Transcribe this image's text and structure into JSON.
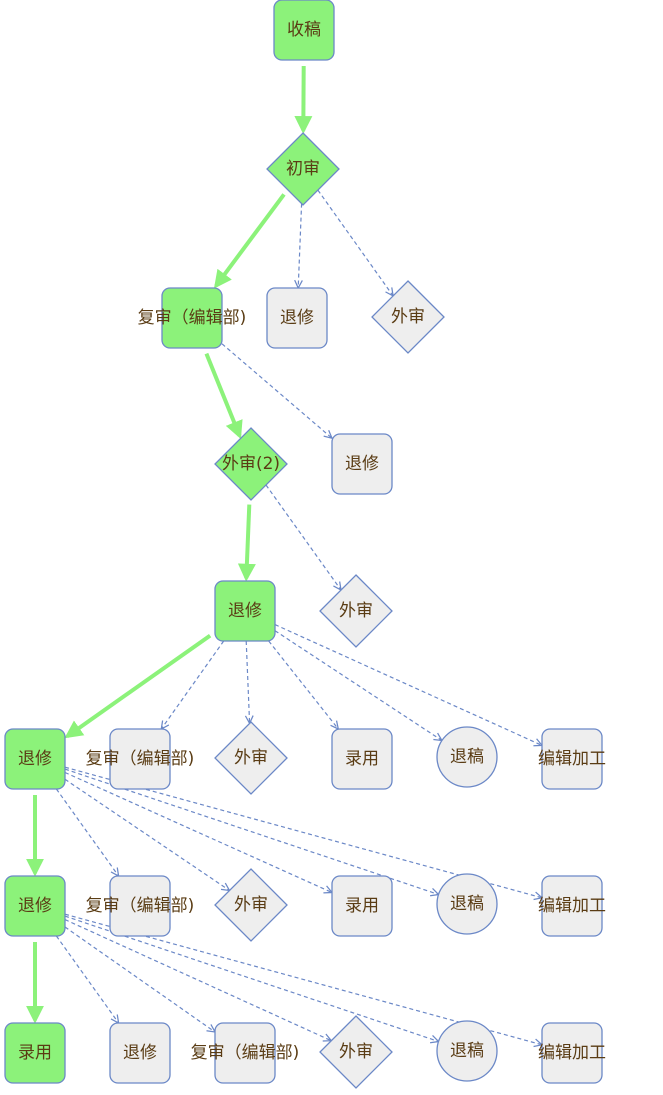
{
  "diagram": {
    "colors": {
      "active_fill": "#8cf27a",
      "active_edge": "#8cf27a",
      "inactive_fill": "#eeeeee",
      "node_stroke": "#6b88c7",
      "dashed_edge": "#6b88c7",
      "label_text": "#5a3c14"
    },
    "nodes": [
      {
        "id": "n1",
        "label": "收稿",
        "shape": "rect",
        "active": true
      },
      {
        "id": "n2",
        "label": "初审",
        "shape": "diamond",
        "active": true
      },
      {
        "id": "n3",
        "label": "复审（编辑部)",
        "shape": "rect",
        "active": true
      },
      {
        "id": "n4",
        "label": "退修",
        "shape": "rect",
        "active": false
      },
      {
        "id": "n5",
        "label": "外审",
        "shape": "diamond",
        "active": false
      },
      {
        "id": "n6",
        "label": "外审(2)",
        "shape": "diamond",
        "active": true
      },
      {
        "id": "n7",
        "label": "退修",
        "shape": "rect",
        "active": false
      },
      {
        "id": "n8",
        "label": "退修",
        "shape": "rect",
        "active": true
      },
      {
        "id": "n9",
        "label": "外审",
        "shape": "diamond",
        "active": false
      },
      {
        "id": "n10",
        "label": "退修",
        "shape": "rect",
        "active": true
      },
      {
        "id": "n11",
        "label": "复审（编辑部)",
        "shape": "rect",
        "active": false
      },
      {
        "id": "n12",
        "label": "外审",
        "shape": "diamond",
        "active": false
      },
      {
        "id": "n13",
        "label": "录用",
        "shape": "rect",
        "active": false
      },
      {
        "id": "n14",
        "label": "退稿",
        "shape": "circle",
        "active": false
      },
      {
        "id": "n15",
        "label": "编辑加工",
        "shape": "rect",
        "active": false
      },
      {
        "id": "n16",
        "label": "退修",
        "shape": "rect",
        "active": true
      },
      {
        "id": "n17",
        "label": "复审（编辑部)",
        "shape": "rect",
        "active": false
      },
      {
        "id": "n18",
        "label": "外审",
        "shape": "diamond",
        "active": false
      },
      {
        "id": "n19",
        "label": "录用",
        "shape": "rect",
        "active": false
      },
      {
        "id": "n20",
        "label": "退稿",
        "shape": "circle",
        "active": false
      },
      {
        "id": "n21",
        "label": "编辑加工",
        "shape": "rect",
        "active": false
      },
      {
        "id": "n22",
        "label": "录用",
        "shape": "rect",
        "active": true
      },
      {
        "id": "n23",
        "label": "退修",
        "shape": "rect",
        "active": false
      },
      {
        "id": "n24",
        "label": "复审（编辑部)",
        "shape": "rect",
        "active": false
      },
      {
        "id": "n25",
        "label": "外审",
        "shape": "diamond",
        "active": false
      },
      {
        "id": "n26",
        "label": "退稿",
        "shape": "circle",
        "active": false
      },
      {
        "id": "n27",
        "label": "编辑加工",
        "shape": "rect",
        "active": false
      }
    ],
    "edges": [
      {
        "from": "n1",
        "to": "n2",
        "active": true
      },
      {
        "from": "n2",
        "to": "n3",
        "active": true
      },
      {
        "from": "n2",
        "to": "n4",
        "active": false
      },
      {
        "from": "n2",
        "to": "n5",
        "active": false
      },
      {
        "from": "n3",
        "to": "n6",
        "active": true
      },
      {
        "from": "n3",
        "to": "n7",
        "active": false
      },
      {
        "from": "n6",
        "to": "n8",
        "active": true
      },
      {
        "from": "n6",
        "to": "n9",
        "active": false
      },
      {
        "from": "n8",
        "to": "n10",
        "active": true
      },
      {
        "from": "n8",
        "to": "n11",
        "active": false
      },
      {
        "from": "n8",
        "to": "n12",
        "active": false
      },
      {
        "from": "n8",
        "to": "n13",
        "active": false
      },
      {
        "from": "n8",
        "to": "n14",
        "active": false
      },
      {
        "from": "n8",
        "to": "n15",
        "active": false
      },
      {
        "from": "n10",
        "to": "n16",
        "active": true
      },
      {
        "from": "n10",
        "to": "n17",
        "active": false
      },
      {
        "from": "n10",
        "to": "n18",
        "active": false
      },
      {
        "from": "n10",
        "to": "n19",
        "active": false
      },
      {
        "from": "n10",
        "to": "n20",
        "active": false
      },
      {
        "from": "n10",
        "to": "n21",
        "active": false
      },
      {
        "from": "n16",
        "to": "n22",
        "active": true
      },
      {
        "from": "n16",
        "to": "n23",
        "active": false
      },
      {
        "from": "n16",
        "to": "n24",
        "active": false
      },
      {
        "from": "n16",
        "to": "n25",
        "active": false
      },
      {
        "from": "n16",
        "to": "n26",
        "active": false
      },
      {
        "from": "n16",
        "to": "n27",
        "active": false
      }
    ]
  }
}
